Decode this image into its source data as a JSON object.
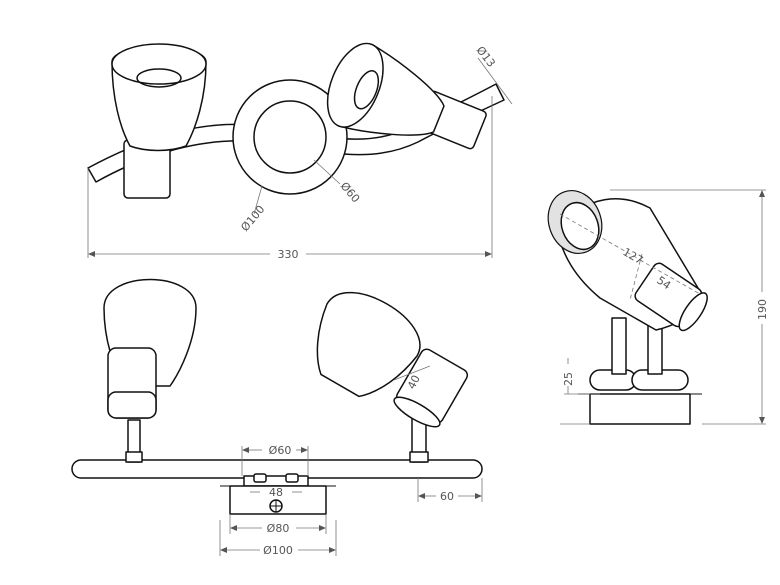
{
  "labels": {
    "top_width": "330",
    "top_pipe_dia": "Ø13",
    "top_rose_outer": "Ø100",
    "top_rose_inner": "Ø60",
    "side_height": "190",
    "side_shade_len": "127",
    "side_holder_len": "54",
    "side_base_h": "25",
    "front_holder_dia": "40",
    "front_plate_top": "Ø60",
    "front_screw": "48",
    "front_plate_mid": "Ø80",
    "front_plate_bottom": "Ø100",
    "front_end_offset": "60"
  }
}
